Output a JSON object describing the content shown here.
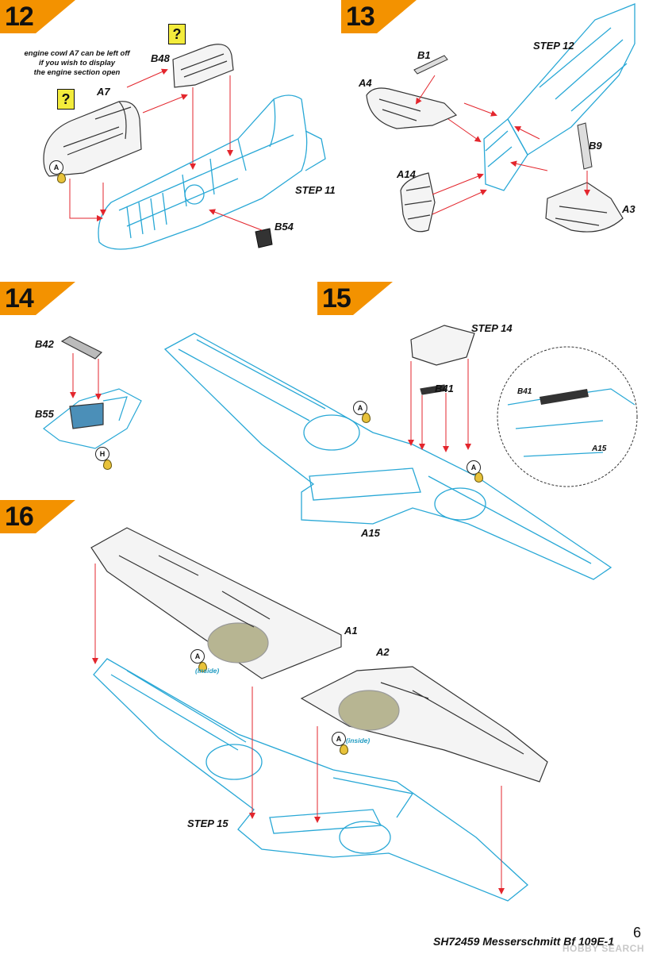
{
  "steps": {
    "s12": "12",
    "s13": "13",
    "s14": "14",
    "s15": "15",
    "s16": "16"
  },
  "step12": {
    "note": [
      "engine cowl A7  can be left off",
      "if you wish to display",
      "the engine section open"
    ],
    "labels": {
      "a7": "A7",
      "b48": "B48",
      "b54": "B54",
      "step": "STEP 11"
    },
    "paint": "A"
  },
  "step13": {
    "labels": {
      "b1": "B1",
      "a4": "A4",
      "a14": "A14",
      "b9": "B9",
      "a3": "A3",
      "step": "STEP 12"
    }
  },
  "step14": {
    "labels": {
      "b42": "B42",
      "b55": "B55"
    },
    "paint": "H"
  },
  "step15": {
    "labels": {
      "step": "STEP 14",
      "b41": "B41",
      "b41_detail": "B41",
      "a15": "A15",
      "a15_detail": "A15"
    },
    "paint": "A"
  },
  "step16": {
    "labels": {
      "a1": "A1",
      "a2": "A2",
      "step": "STEP 15"
    },
    "inside": "(inside)",
    "paint": "A"
  },
  "footer": {
    "title": "SH72459 Messerschmitt Bf 109E-1",
    "page": "6",
    "watermark": "HOBBY SEARCH"
  },
  "colors": {
    "badge": "#f39200",
    "outline_blue": "#29a8d6",
    "arrow_red": "#e3262d",
    "part_gray": "#555555",
    "paint_green": "#b7b592"
  }
}
